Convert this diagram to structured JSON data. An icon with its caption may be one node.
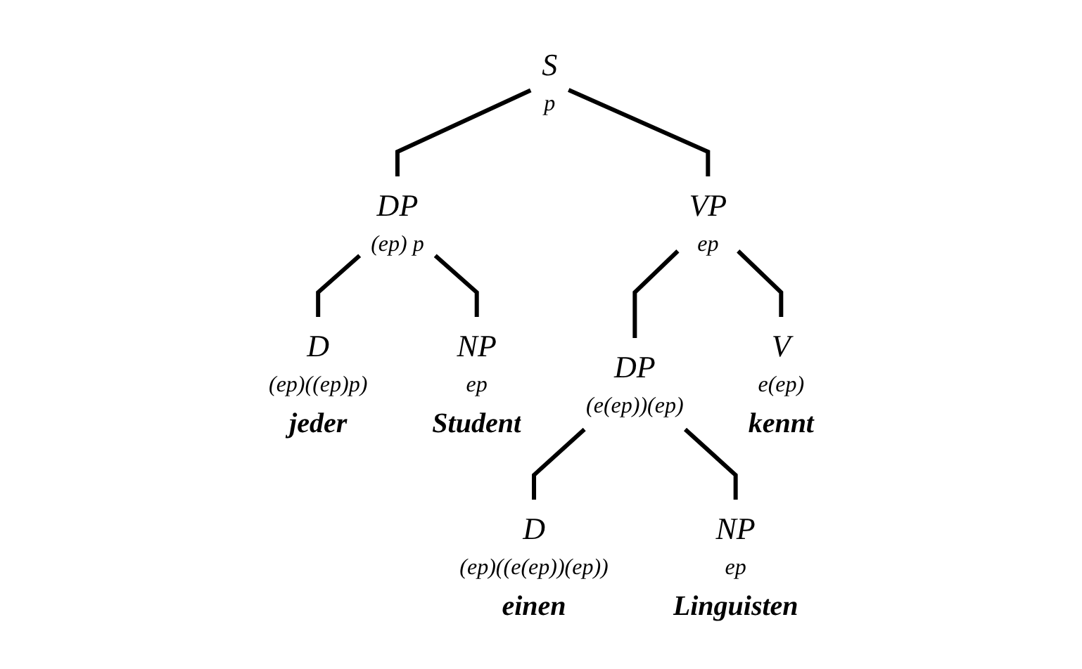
{
  "diagram": {
    "nodes": [
      {
        "text": [
          "S",
          "p"
        ]
      },
      {
        "text": [
          "DP",
          "(ep) p"
        ]
      },
      {
        "text": [
          "VP",
          "ep"
        ]
      },
      {
        "text": [
          "D",
          "(ep)((ep)p)",
          "jeder"
        ]
      },
      {
        "text": [
          "NP",
          "ep",
          "Student"
        ]
      },
      {
        "text": [
          "DP",
          "(e(ep))(ep)"
        ]
      },
      {
        "text": [
          "V",
          "e(ep)",
          "kennt"
        ]
      },
      {
        "text": [
          "D",
          "(ep)((e(ep))(ep))",
          "einen"
        ]
      },
      {
        "text": [
          "NP",
          "ep",
          "Linguisten"
        ]
      }
    ],
    "edges": [
      {
        "from": 0,
        "to": 1,
        "arrow": "none"
      },
      {
        "from": 0,
        "to": 2,
        "arrow": "none"
      },
      {
        "from": 1,
        "to": 3,
        "arrow": "none"
      },
      {
        "from": 1,
        "to": 4,
        "arrow": "none"
      },
      {
        "from": 2,
        "to": 5,
        "arrow": "none"
      },
      {
        "from": 2,
        "to": 6,
        "arrow": "none"
      },
      {
        "from": 5,
        "to": 7,
        "arrow": "none"
      },
      {
        "from": 5,
        "to": 8,
        "arrow": "none"
      }
    ]
  }
}
